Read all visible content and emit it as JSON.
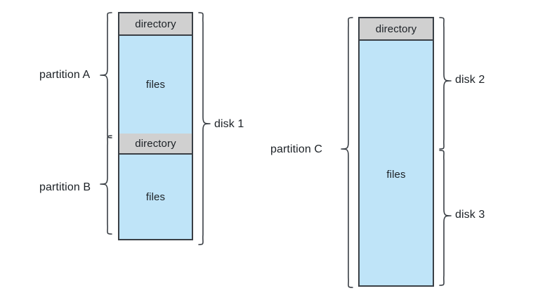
{
  "figure": {
    "kind": "storage-partition-diagram",
    "background_color": "#ffffff",
    "directory_fill": "#d0d0d0",
    "files_fill": "#bfe4f8",
    "stroke_color": "#3a3f45"
  },
  "columns": [
    {
      "id": "column-left",
      "disks": [
        {
          "label": "disk 1"
        }
      ],
      "partitions": [
        {
          "label": "partition A"
        },
        {
          "label": "partition B"
        }
      ],
      "segments": [
        {
          "type": "directory",
          "label": "directory"
        },
        {
          "type": "files",
          "label": "files"
        },
        {
          "type": "directory",
          "label": "directory"
        },
        {
          "type": "files",
          "label": "files"
        }
      ]
    },
    {
      "id": "column-right",
      "disks": [
        {
          "label": "disk 2"
        },
        {
          "label": "disk 3"
        }
      ],
      "partitions": [
        {
          "label": "partition C"
        }
      ],
      "segments": [
        {
          "type": "directory",
          "label": "directory"
        },
        {
          "type": "files",
          "label": "files"
        }
      ]
    }
  ]
}
